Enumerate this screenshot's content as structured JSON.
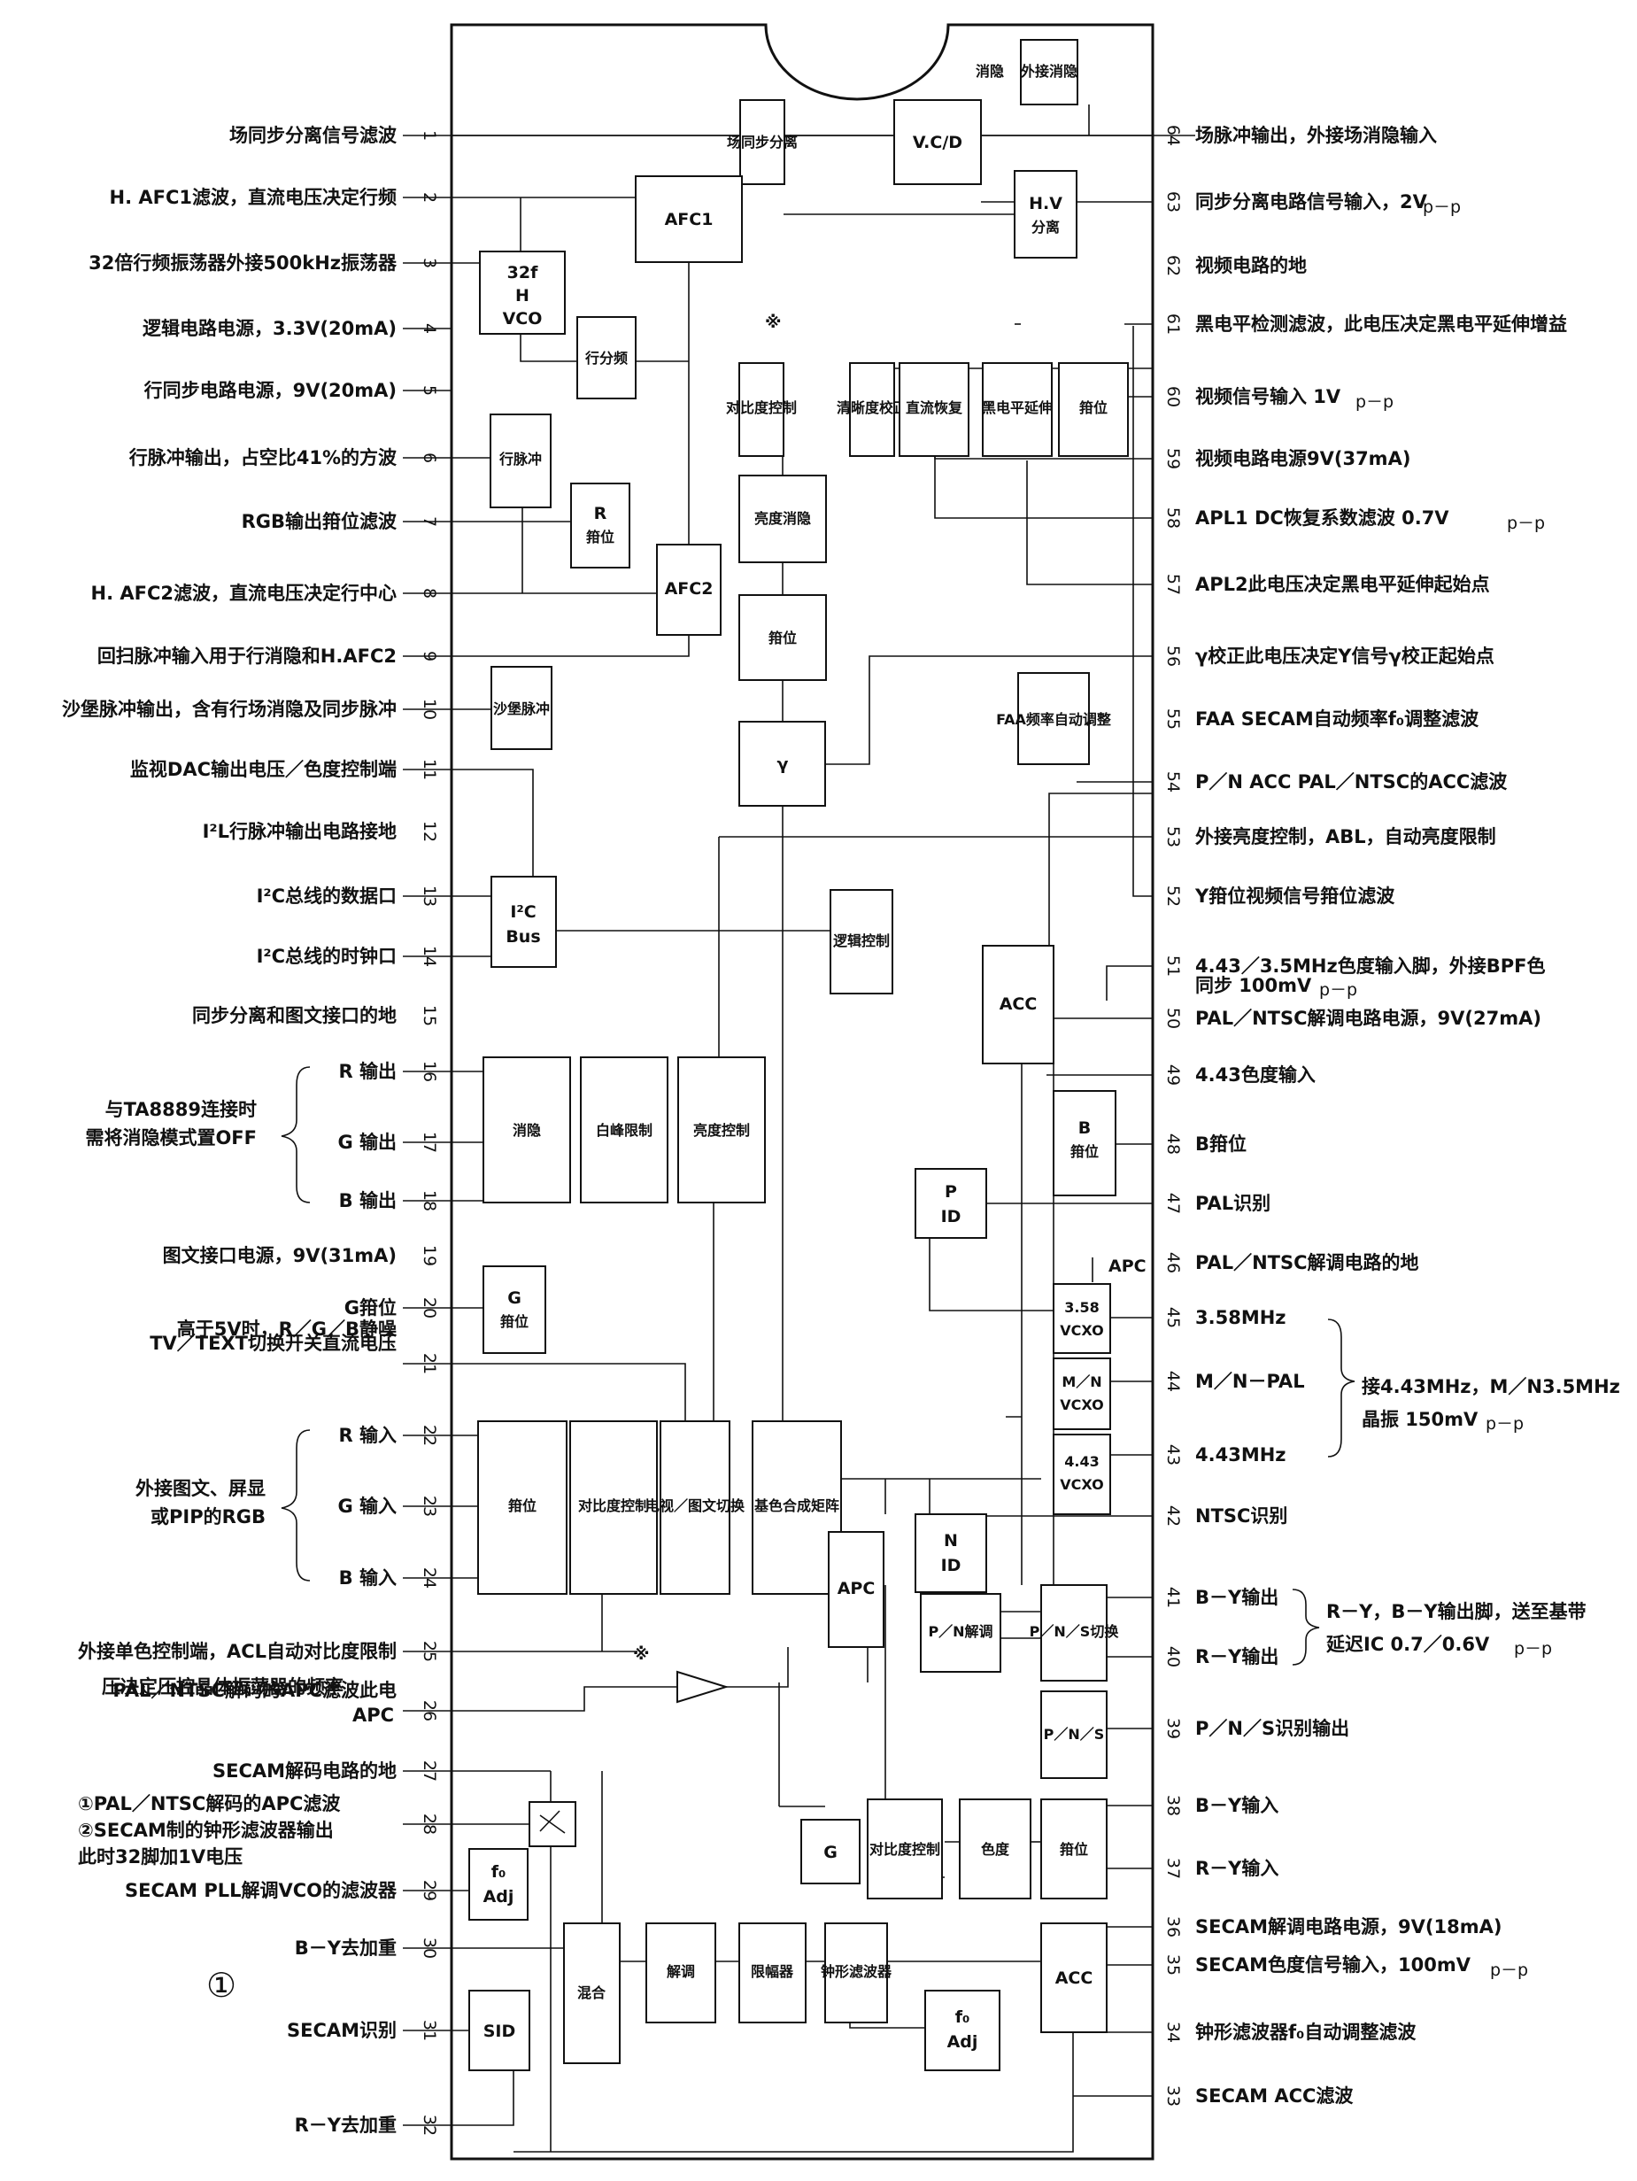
{
  "figure_number": "①",
  "left_pins": [
    {
      "num": "1",
      "label": "场同步分离信号滤波"
    },
    {
      "num": "2",
      "label": "H. AFC1滤波，直流电压决定行频"
    },
    {
      "num": "3",
      "label": "32倍行频振荡器外接500kHz振荡器"
    },
    {
      "num": "4",
      "label": "逻辑电路电源，3.3V(20mA)"
    },
    {
      "num": "5",
      "label": "行同步电路电源，9V(20mA)"
    },
    {
      "num": "6",
      "label": "行脉冲输出，占空比41%的方波"
    },
    {
      "num": "7",
      "label": "RGB输出箝位滤波"
    },
    {
      "num": "8",
      "label": "H. AFC2滤波，直流电压决定行中心"
    },
    {
      "num": "9",
      "label": "回扫脉冲输入用于行消隐和H.AFC2"
    },
    {
      "num": "10",
      "label": "沙堡脉冲输出，含有行场消隐及同步脉冲"
    },
    {
      "num": "11",
      "label": "监视DAC输出电压／色度控制端"
    },
    {
      "num": "12",
      "label": "I²L行脉冲输出电路接地"
    },
    {
      "num": "13",
      "label": "I²C总线的数据口"
    },
    {
      "num": "14",
      "label": "I²C总线的时钟口"
    },
    {
      "num": "15",
      "label": "同步分离和图文接口的地"
    },
    {
      "num": "16",
      "label": "R 输出"
    },
    {
      "num": "17",
      "label": "G 输出"
    },
    {
      "num": "18",
      "label": "B 输出"
    },
    {
      "num": "19",
      "label": "图文接口电源，9V(31mA)"
    },
    {
      "num": "20",
      "label": "G箝位"
    },
    {
      "num": "21",
      "label": "TV／TEXT切换开关直流电压"
    },
    {
      "num": "22",
      "label": "R 输入"
    },
    {
      "num": "23",
      "label": "G 输入"
    },
    {
      "num": "24",
      "label": "B 输入"
    },
    {
      "num": "25",
      "label": "外接单色控制端，ACL自动对比度限制"
    },
    {
      "num": "26",
      "label": "PAL／NTSC解码的APC滤波此电"
    },
    {
      "num": "27",
      "label": "SECAM解码电路的地"
    },
    {
      "num": "28",
      "label": "①PAL／NTSC解码的APC滤波"
    },
    {
      "num": "29",
      "label": "SECAM PLL解调VCO的滤波器"
    },
    {
      "num": "30",
      "label": "B－Y去加重"
    },
    {
      "num": "31",
      "label": "SECAM识别"
    },
    {
      "num": "32",
      "label": "R－Y去加重"
    }
  ],
  "left_extra": {
    "pin21_line2": "高于5V时，R／G／B静噪",
    "pin26_line2": "压决定压控晶体振荡器的频率",
    "pin26_tag": "APC",
    "pin28_line2": "②SECAM制的钟形滤波器输出",
    "pin28_line3": "此时32脚加1V电压",
    "group_out_l1": "与TA8889连接时",
    "group_out_l2": "需将消隐模式置OFF",
    "group_in_l1": "外接图文、屏显",
    "group_in_l2": "或PIP的RGB"
  },
  "right_pins": [
    {
      "num": "64",
      "label": "场脉冲输出，外接场消隐输入"
    },
    {
      "num": "63",
      "label": "同步分离电路信号输入，2V",
      "sub": "p－p"
    },
    {
      "num": "62",
      "label": "视频电路的地"
    },
    {
      "num": "61",
      "label": "黑电平检测滤波，此电压决定黑电平延伸增益"
    },
    {
      "num": "60",
      "label": "视频信号输入 1V",
      "sub": "p－p"
    },
    {
      "num": "59",
      "label": "视频电路电源9V(37mA)"
    },
    {
      "num": "58",
      "label": "APL1 DC恢复系数滤波 0.7V",
      "sub": "p－p"
    },
    {
      "num": "57",
      "label": "APL2此电压决定黑电平延伸起始点"
    },
    {
      "num": "56",
      "label": "γ校正此电压决定Y信号γ校正起始点"
    },
    {
      "num": "55",
      "label": "FAA SECAM自动频率f₀调整滤波"
    },
    {
      "num": "54",
      "label": "P／N ACC PAL／NTSC的ACC滤波"
    },
    {
      "num": "53",
      "label": "外接亮度控制，ABL，自动亮度限制"
    },
    {
      "num": "52",
      "label": "Y箝位视频信号箝位滤波"
    },
    {
      "num": "51",
      "label": "4.43／3.5MHz色度输入脚，外接BPF色"
    },
    {
      "num": "50",
      "label": "PAL／NTSC解调电路电源，9V(27mA)"
    },
    {
      "num": "49",
      "label": "4.43色度输入"
    },
    {
      "num": "48",
      "label": "B箝位"
    },
    {
      "num": "47",
      "label": "PAL识别"
    },
    {
      "num": "46",
      "label": "PAL／NTSC解调电路的地"
    },
    {
      "num": "45",
      "label": "3.58MHz"
    },
    {
      "num": "44",
      "label": "M／N－PAL"
    },
    {
      "num": "43",
      "label": "4.43MHz"
    },
    {
      "num": "42",
      "label": "NTSC识别"
    },
    {
      "num": "41",
      "label": "B－Y输出"
    },
    {
      "num": "40",
      "label": "R－Y输出"
    },
    {
      "num": "39",
      "label": "P／N／S识别输出"
    },
    {
      "num": "38",
      "label": "B－Y输入"
    },
    {
      "num": "37",
      "label": "R－Y输入"
    },
    {
      "num": "36",
      "label": "SECAM解调电路电源，9V(18mA)"
    },
    {
      "num": "35",
      "label": "SECAM色度信号输入，100mV",
      "sub": "p－p"
    },
    {
      "num": "34",
      "label": "钟形滤波器f₀自动调整滤波"
    },
    {
      "num": "33",
      "label": "SECAM ACC滤波"
    }
  ],
  "right_extra": {
    "pin51_line2": "同步 100mV",
    "pin51_sub": "p－p",
    "xtal_l1": "接4.43MHz，M／N3.5MHz",
    "xtal_l2": "晶振 150mV",
    "xtal_sub": "p－p",
    "ry_l1": "R－Y，B－Y输出脚，送至基带",
    "ry_l2": "延迟IC 0.7／0.6V",
    "ry_sub": "p－p",
    "apc_tag": "APC"
  },
  "blocks": {
    "ext_blank": "外接消隐",
    "blank_side": "消隐",
    "vsync": "场同步分离",
    "vcd": "V.C/D",
    "hv_sep_1": "H.V",
    "hv_sep_2": "分离",
    "afc1": "AFC1",
    "vco_1": "32f",
    "vco_2": "H",
    "vco_3": "VCO",
    "hdiv": "行分频",
    "contrast": "对比度控制",
    "sharp": "清晰度校正",
    "dcrest": "直流恢复",
    "black": "黑电平延伸",
    "clamp_top": "箝位",
    "hpulse": "行脉冲",
    "rclamp_1": "R",
    "rclamp_2": "箝位",
    "afc2": "AFC2",
    "bright_blank": "亮度消隐",
    "yclamp": "箝位",
    "sandcastle": "沙堡脉冲",
    "faa": "FAA频率自动调整",
    "gamma": "γ",
    "i2c_1": "I²C",
    "i2c_2": "Bus",
    "logic": "逻辑控制",
    "acc_top": "ACC",
    "blank_out": "消隐",
    "whitepeak": "白峰限制",
    "brightctl": "亮度控制",
    "bclamp_1": "B",
    "bclamp_2": "箝位",
    "pid_1": "P",
    "pid_2": "ID",
    "gclamp_1": "G",
    "gclamp_2": "箝位",
    "vcxo358_1": "3.58",
    "vcxo358_2": "VCXO",
    "vcxomn_1": "M／N",
    "vcxomn_2": "VCXO",
    "vcxo443_1": "4.43",
    "vcxo443_2": "VCXO",
    "in_clamp": "箝位",
    "in_contrast": "对比度控制",
    "tvtext": "电视／图文切换",
    "matrix": "基色合成矩阵",
    "apc": "APC",
    "nid_1": "N",
    "nid_2": "ID",
    "pnsw": "P／N／S切换",
    "pndemod": "P／N解调",
    "pns": "P／N／S",
    "fadj_1": "f₀",
    "fadj_2": "Adj",
    "g_small": "G",
    "contrast2": "对比度控制",
    "chroma": "色度",
    "clamp_bot": "箝位",
    "mix": "混合",
    "demod": "解调",
    "limiter": "限幅器",
    "bell": "钟形滤波器",
    "acc_bot": "ACC",
    "sid": "SID",
    "fadj2_1": "f₀",
    "fadj2_2": "Adj"
  },
  "marks": {
    "star": "※"
  }
}
